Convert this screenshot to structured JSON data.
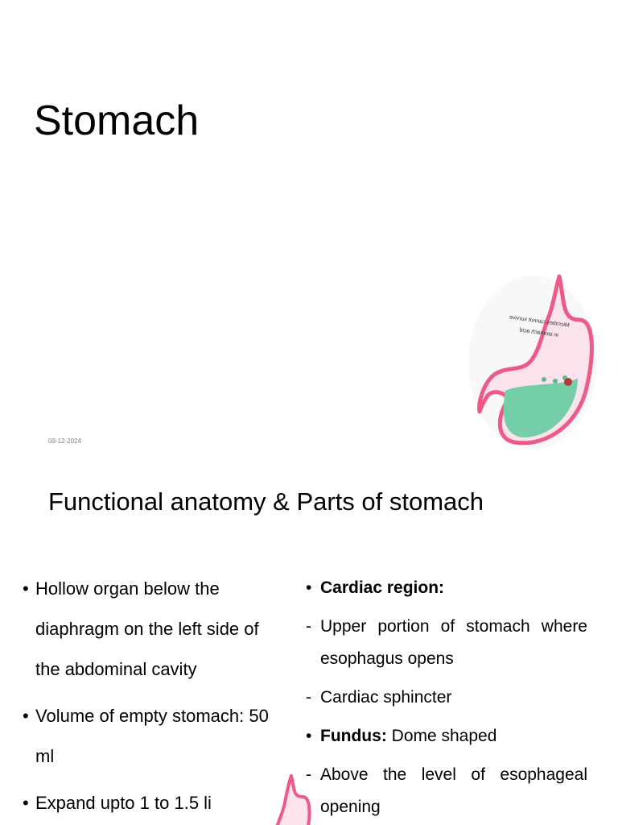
{
  "slide1": {
    "title": "Stomach",
    "date": "09-12-2024",
    "illustration": {
      "icon": "stomach-illustration",
      "caption_line1": "Microbes cannot survive",
      "caption_line2": "in stomach acid"
    }
  },
  "slide2": {
    "title": "Functional anatomy & Parts of stomach",
    "left_bullets": [
      {
        "marker": "•",
        "text": "Hollow organ below the diaphragm on the left side of the abdominal cavity"
      },
      {
        "marker": "•",
        "text": "Volume of empty stomach: 50 ml"
      },
      {
        "marker": "•",
        "text": "Expand upto 1 to 1.5 li"
      }
    ],
    "right_items": [
      {
        "marker": "•",
        "bold": "Cardiac region:",
        "text": ""
      },
      {
        "marker": "-",
        "bold": "",
        "text": "Upper portion of stomach where esophagus opens"
      },
      {
        "marker": "-",
        "bold": "",
        "text": "Cardiac sphincter"
      },
      {
        "marker": "•",
        "bold": "Fundus:",
        "text": " Dome shaped"
      },
      {
        "marker": "-",
        "bold": "",
        "text": "Above the level of esophageal opening"
      }
    ]
  },
  "colors": {
    "stomach_outline": "#ee5a86",
    "stomach_fill": "#fbe3ee",
    "acid": "#74cfa8",
    "date_gray": "#7f7f7f"
  }
}
